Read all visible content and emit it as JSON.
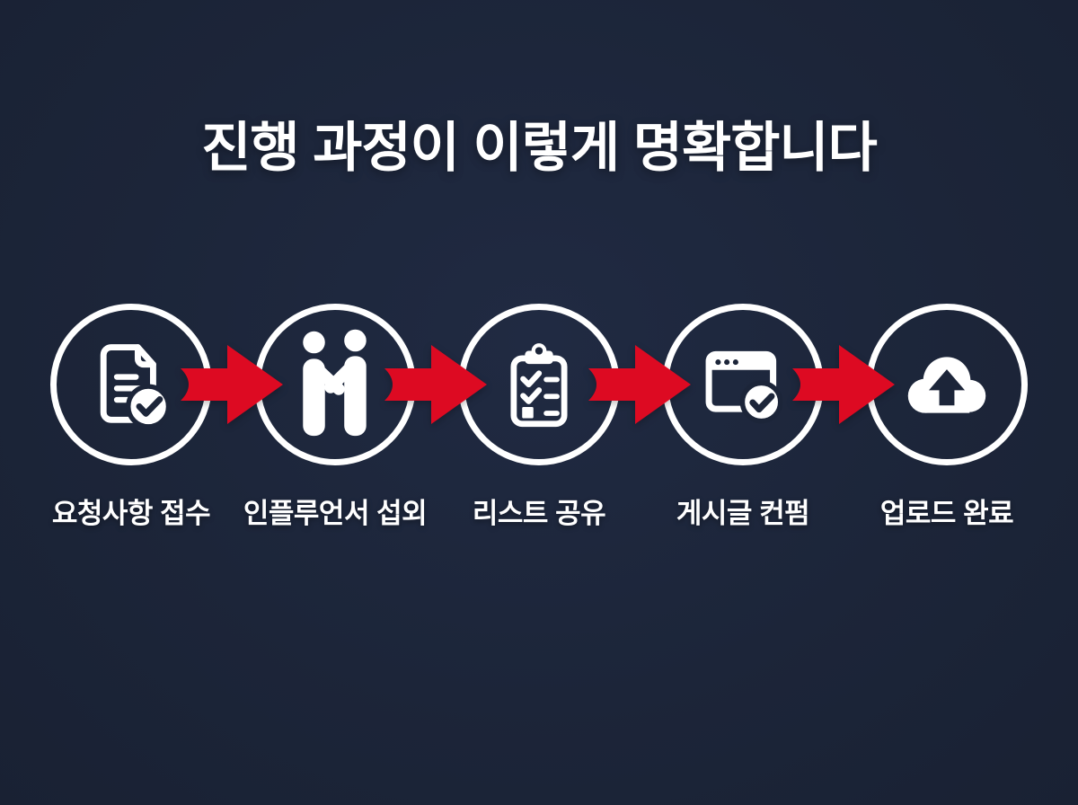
{
  "title": "진행 과정이 이렇게 명확합니다",
  "colors": {
    "background": "#1c2539",
    "arrow_red": "#dd0a22",
    "foreground_white": "#ffffff"
  },
  "steps": [
    {
      "label": "요청사항 접수",
      "icon": "document-check-icon"
    },
    {
      "label": "인플루언서 섭외",
      "icon": "handshake-icon"
    },
    {
      "label": "리스트 공유",
      "icon": "clipboard-checklist-icon"
    },
    {
      "label": "게시글 컨펌",
      "icon": "browser-check-icon"
    },
    {
      "label": "업로드 완료",
      "icon": "cloud-upload-icon"
    }
  ],
  "connectors": {
    "icon": "arrow-right-icon",
    "count": 4
  }
}
